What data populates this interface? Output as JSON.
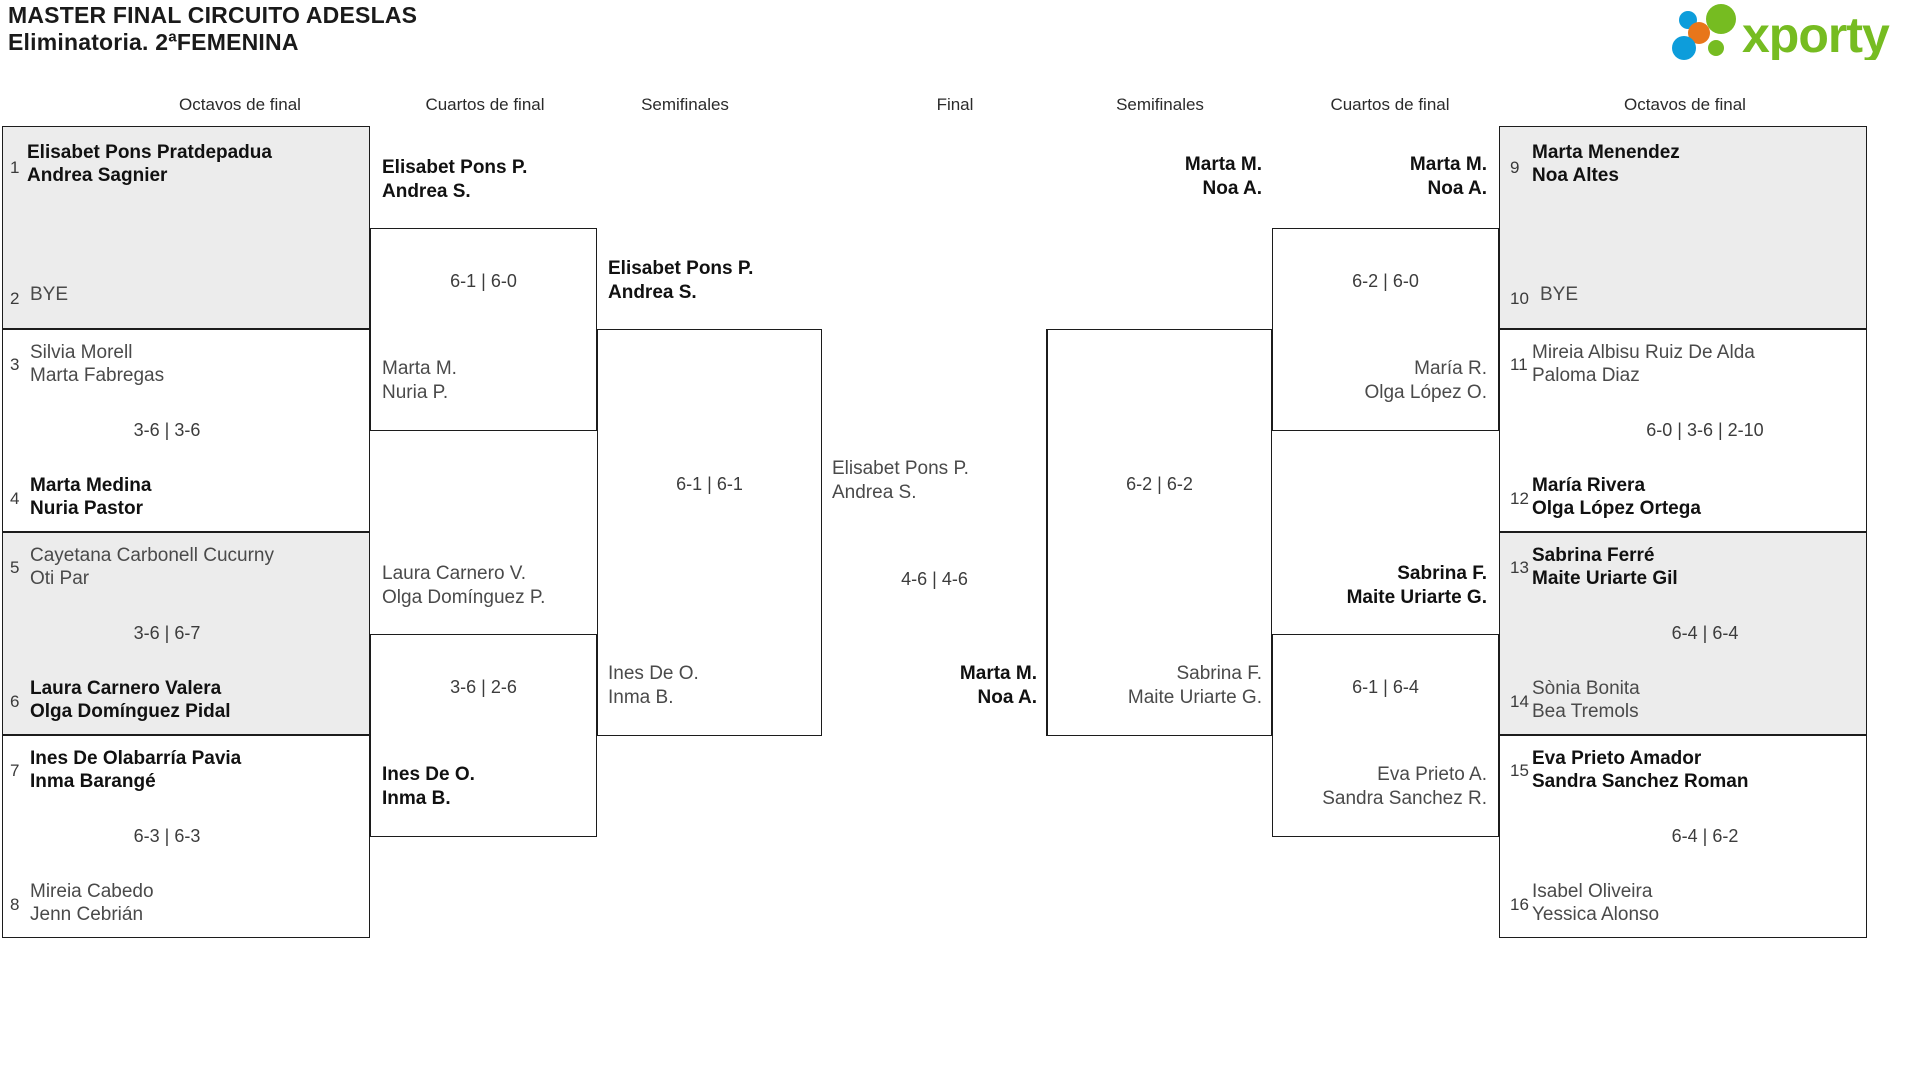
{
  "header": {
    "line1": "MASTER FINAL CIRCUITO ADESLAS",
    "line2": "Eliminatoria. 2ªFEMENINA",
    "logo_text": "xporty",
    "logo_colors": {
      "green": "#76bc21",
      "blue": "#0d9ddb",
      "orange": "#e8761a"
    }
  },
  "round_labels": {
    "l_r16": "Octavos de final",
    "l_qf": "Cuartos de final",
    "l_sf": "Semifinales",
    "final": "Final",
    "r_sf": "Semifinales",
    "r_qf": "Cuartos de final",
    "r_r16": "Octavos de final"
  },
  "left_r16": [
    {
      "seed_top": "1",
      "seed_bot": "2",
      "top": {
        "p1": "Elisabet Pons Pratdepadua",
        "p2": "Andrea Sagnier",
        "state": "win"
      },
      "bottom": {
        "p1": "BYE",
        "p2": "",
        "state": "bye"
      },
      "score": ""
    },
    {
      "seed_top": "3",
      "seed_bot": "4",
      "top": {
        "p1": "Silvia Morell",
        "p2": "Marta Fabregas",
        "state": "lose"
      },
      "bottom": {
        "p1": "Marta Medina",
        "p2": "Nuria Pastor",
        "state": "win"
      },
      "score": "3-6 | 3-6"
    },
    {
      "seed_top": "5",
      "seed_bot": "6",
      "top": {
        "p1": "Cayetana Carbonell Cucurny",
        "p2": "Oti Par",
        "state": "lose"
      },
      "bottom": {
        "p1": "Laura Carnero Valera",
        "p2": "Olga Domínguez Pidal",
        "state": "win"
      },
      "score": "3-6 | 6-7"
    },
    {
      "seed_top": "7",
      "seed_bot": "8",
      "top": {
        "p1": "Ines De Olabarría Pavia",
        "p2": "Inma Barangé",
        "state": "win"
      },
      "bottom": {
        "p1": "Mireia Cabedo",
        "p2": "Jenn Cebrián",
        "state": "lose"
      },
      "score": "6-3 | 6-3"
    }
  ],
  "left_qf": [
    {
      "top": {
        "p1": "Elisabet Pons P.",
        "p2": "Andrea S.",
        "state": "win"
      },
      "bottom": {
        "p1": "Marta M.",
        "p2": "Nuria P.",
        "state": "lose"
      },
      "score": "6-1 | 6-0"
    },
    {
      "top": {
        "p1": "Laura Carnero V.",
        "p2": "Olga Domínguez P.",
        "state": "lose"
      },
      "bottom": {
        "p1": "Ines De O.",
        "p2": "Inma B.",
        "state": "win"
      },
      "score": "3-6 | 2-6"
    }
  ],
  "left_sf": [
    {
      "top": {
        "p1": "Elisabet Pons P.",
        "p2": "Andrea S.",
        "state": "win"
      },
      "bottom": {
        "p1": "Ines De O.",
        "p2": "Inma B.",
        "state": "lose"
      },
      "score": "6-1 | 6-1"
    }
  ],
  "final": {
    "top": {
      "p1": "Elisabet Pons P.",
      "p2": "Andrea S.",
      "state": "lose"
    },
    "bottom": {
      "p1": "Marta M.",
      "p2": "Noa A.",
      "state": "win"
    },
    "score": "4-6 | 4-6"
  },
  "right_sf": [
    {
      "top": {
        "p1": "Marta M.",
        "p2": "Noa A.",
        "state": "win"
      },
      "bottom": {
        "p1": "Sabrina F.",
        "p2": "Maite Uriarte G.",
        "state": "lose"
      },
      "score": "6-2 | 6-2"
    }
  ],
  "right_qf": [
    {
      "top": {
        "p1": "Marta M.",
        "p2": "Noa A.",
        "state": "win"
      },
      "bottom": {
        "p1": "María R.",
        "p2": "Olga López O.",
        "state": "lose"
      },
      "score": "6-2 | 6-0"
    },
    {
      "top": {
        "p1": "Sabrina F.",
        "p2": "Maite Uriarte G.",
        "state": "win"
      },
      "bottom": {
        "p1": "Eva Prieto A.",
        "p2": "Sandra Sanchez R.",
        "state": "lose"
      },
      "score": "6-1 | 6-4"
    }
  ],
  "right_r16": [
    {
      "seed_top": "9",
      "seed_bot": "10",
      "top": {
        "p1": "Marta Menendez",
        "p2": "Noa Altes",
        "state": "win"
      },
      "bottom": {
        "p1": "BYE",
        "p2": "",
        "state": "bye"
      },
      "score": ""
    },
    {
      "seed_top": "11",
      "seed_bot": "12",
      "top": {
        "p1": "Mireia Albisu Ruiz De Alda",
        "p2": "Paloma Diaz",
        "state": "lose"
      },
      "bottom": {
        "p1": "María Rivera",
        "p2": "Olga López Ortega",
        "state": "win"
      },
      "score": "6-0 | 3-6 | 2-10"
    },
    {
      "seed_top": "13",
      "seed_bot": "14",
      "top": {
        "p1": "Sabrina Ferré",
        "p2": "Maite Uriarte Gil",
        "state": "win"
      },
      "bottom": {
        "p1": "Sònia Bonita",
        "p2": "Bea Tremols",
        "state": "lose"
      },
      "score": "6-4 | 6-4"
    },
    {
      "seed_top": "15",
      "seed_bot": "16",
      "top": {
        "p1": "Eva Prieto Amador",
        "p2": "Sandra Sanchez Roman",
        "state": "win"
      },
      "bottom": {
        "p1": "Isabel Oliveira",
        "p2": "Yessica Alonso",
        "state": "lose"
      },
      "score": "6-4 | 6-2"
    }
  ]
}
